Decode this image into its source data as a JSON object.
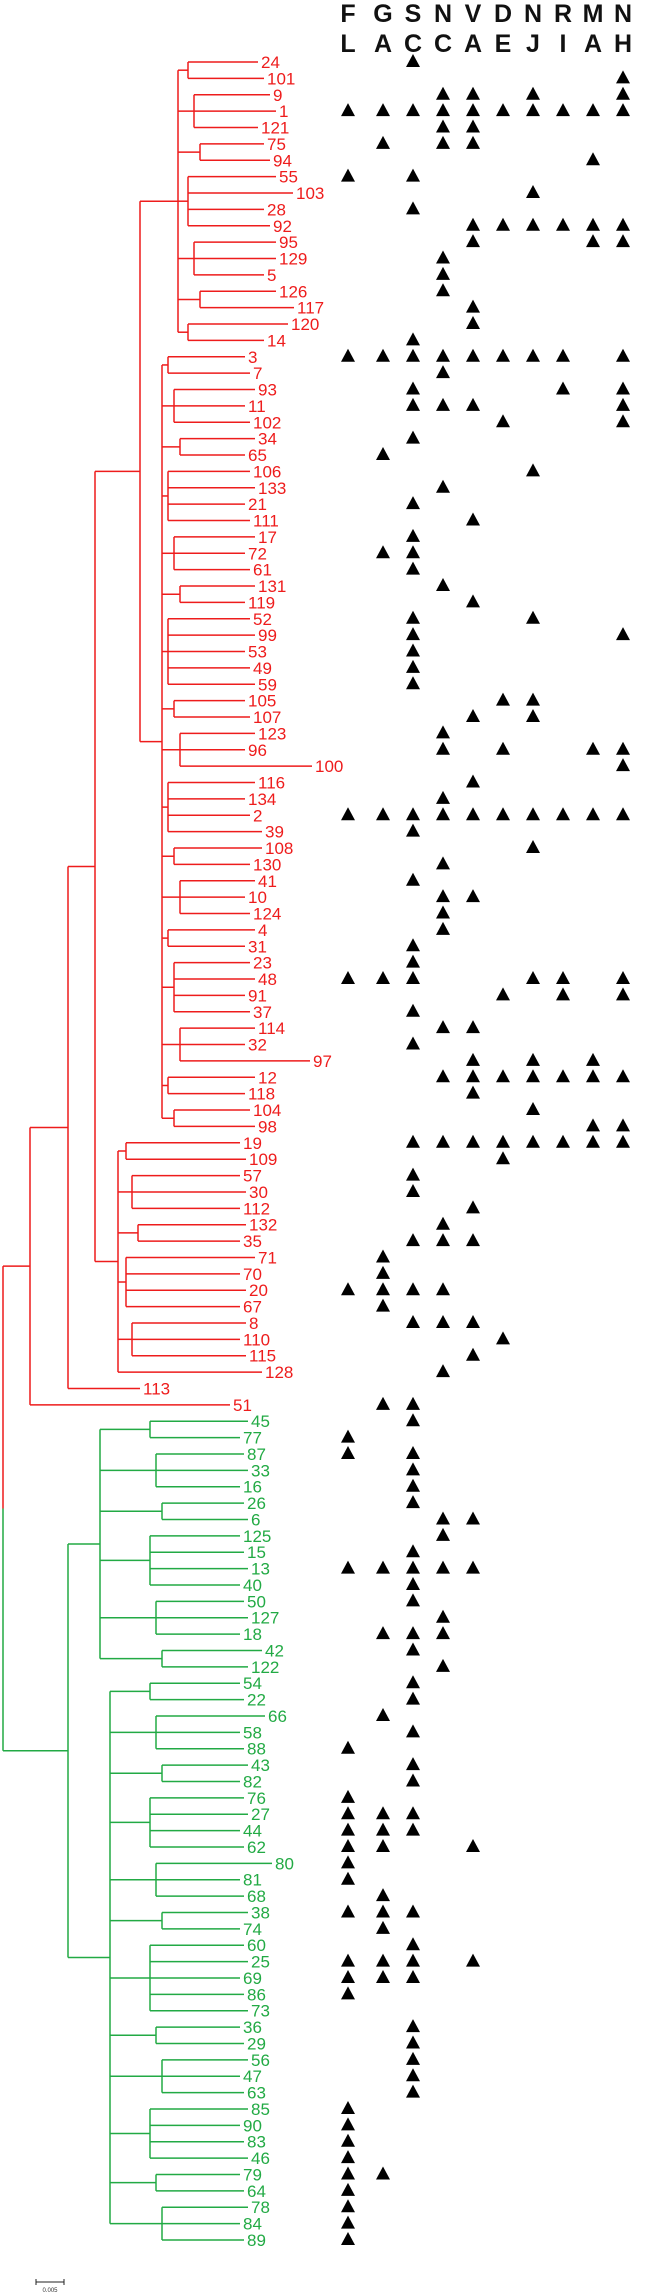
{
  "headers": {
    "row1": [
      "F",
      "G",
      "S",
      "N",
      "V",
      "D",
      "N",
      "R",
      "M",
      "N"
    ],
    "row2": [
      "L",
      "A",
      "C",
      "C",
      "A",
      "E",
      "J",
      "I",
      "A",
      "H"
    ]
  },
  "scale_bar_label": "0.005",
  "colors": {
    "red_clade": "#ee1c1c",
    "green_clade": "#22aa44",
    "marker": "#000000"
  },
  "leaves": [
    {
      "l": "24",
      "c": "r",
      "m": [
        2
      ]
    },
    {
      "l": "101",
      "c": "r",
      "m": [
        9
      ]
    },
    {
      "l": "9",
      "c": "r",
      "m": [
        3,
        4,
        6,
        9
      ]
    },
    {
      "l": "1",
      "c": "r",
      "m": [
        0,
        1,
        2,
        3,
        4,
        5,
        6,
        7,
        8,
        9
      ]
    },
    {
      "l": "121",
      "c": "r",
      "m": [
        3,
        4
      ]
    },
    {
      "l": "75",
      "c": "r",
      "m": [
        1,
        3,
        4
      ]
    },
    {
      "l": "94",
      "c": "r",
      "m": [
        8
      ]
    },
    {
      "l": "55",
      "c": "r",
      "m": [
        0,
        2
      ]
    },
    {
      "l": "103",
      "c": "r",
      "m": [
        6
      ]
    },
    {
      "l": "28",
      "c": "r",
      "m": [
        2
      ]
    },
    {
      "l": "92",
      "c": "r",
      "m": [
        4,
        5,
        6,
        7,
        8,
        9
      ]
    },
    {
      "l": "95",
      "c": "r",
      "m": [
        4,
        8,
        9
      ]
    },
    {
      "l": "129",
      "c": "r",
      "m": [
        3
      ]
    },
    {
      "l": "5",
      "c": "r",
      "m": [
        3
      ]
    },
    {
      "l": "126",
      "c": "r",
      "m": [
        3
      ]
    },
    {
      "l": "117",
      "c": "r",
      "m": [
        4
      ]
    },
    {
      "l": "120",
      "c": "r",
      "m": [
        4
      ]
    },
    {
      "l": "14",
      "c": "r",
      "m": [
        2
      ]
    },
    {
      "l": "3",
      "c": "r",
      "m": [
        0,
        1,
        2,
        3,
        4,
        5,
        6,
        7,
        9
      ]
    },
    {
      "l": "7",
      "c": "r",
      "m": [
        3
      ]
    },
    {
      "l": "93",
      "c": "r",
      "m": [
        2,
        7,
        9
      ]
    },
    {
      "l": "11",
      "c": "r",
      "m": [
        2,
        3,
        4,
        9
      ]
    },
    {
      "l": "102",
      "c": "r",
      "m": [
        5,
        9
      ]
    },
    {
      "l": "34",
      "c": "r",
      "m": [
        2
      ]
    },
    {
      "l": "65",
      "c": "r",
      "m": [
        1
      ]
    },
    {
      "l": "106",
      "c": "r",
      "m": [
        6
      ]
    },
    {
      "l": "133",
      "c": "r",
      "m": [
        3
      ]
    },
    {
      "l": "21",
      "c": "r",
      "m": [
        2
      ]
    },
    {
      "l": "111",
      "c": "r",
      "m": [
        4
      ]
    },
    {
      "l": "17",
      "c": "r",
      "m": [
        2
      ]
    },
    {
      "l": "72",
      "c": "r",
      "m": [
        1,
        2
      ]
    },
    {
      "l": "61",
      "c": "r",
      "m": [
        2
      ]
    },
    {
      "l": "131",
      "c": "r",
      "m": [
        3
      ]
    },
    {
      "l": "119",
      "c": "r",
      "m": [
        4
      ]
    },
    {
      "l": "52",
      "c": "r",
      "m": [
        2,
        6
      ]
    },
    {
      "l": "99",
      "c": "r",
      "m": [
        2,
        9
      ]
    },
    {
      "l": "53",
      "c": "r",
      "m": [
        2
      ]
    },
    {
      "l": "49",
      "c": "r",
      "m": [
        2
      ]
    },
    {
      "l": "59",
      "c": "r",
      "m": [
        2
      ]
    },
    {
      "l": "105",
      "c": "r",
      "m": [
        5,
        6
      ]
    },
    {
      "l": "107",
      "c": "r",
      "m": [
        4,
        6
      ]
    },
    {
      "l": "123",
      "c": "r",
      "m": [
        3
      ]
    },
    {
      "l": "96",
      "c": "r",
      "m": [
        3,
        5,
        8,
        9
      ]
    },
    {
      "l": "100",
      "c": "r",
      "m": [
        9
      ]
    },
    {
      "l": "116",
      "c": "r",
      "m": [
        4
      ]
    },
    {
      "l": "134",
      "c": "r",
      "m": [
        3
      ]
    },
    {
      "l": "2",
      "c": "r",
      "m": [
        0,
        1,
        2,
        3,
        4,
        5,
        6,
        7,
        8,
        9
      ]
    },
    {
      "l": "39",
      "c": "r",
      "m": [
        2
      ]
    },
    {
      "l": "108",
      "c": "r",
      "m": [
        6
      ]
    },
    {
      "l": "130",
      "c": "r",
      "m": [
        3
      ]
    },
    {
      "l": "41",
      "c": "r",
      "m": [
        2
      ]
    },
    {
      "l": "10",
      "c": "r",
      "m": [
        3,
        4
      ]
    },
    {
      "l": "124",
      "c": "r",
      "m": [
        3
      ]
    },
    {
      "l": "4",
      "c": "r",
      "m": [
        3
      ]
    },
    {
      "l": "31",
      "c": "r",
      "m": [
        2
      ]
    },
    {
      "l": "23",
      "c": "r",
      "m": [
        2
      ]
    },
    {
      "l": "48",
      "c": "r",
      "m": [
        0,
        1,
        2,
        6,
        7,
        9
      ]
    },
    {
      "l": "91",
      "c": "r",
      "m": [
        5,
        7,
        9
      ]
    },
    {
      "l": "37",
      "c": "r",
      "m": [
        2
      ]
    },
    {
      "l": "114",
      "c": "r",
      "m": [
        3,
        4
      ]
    },
    {
      "l": "32",
      "c": "r",
      "m": [
        2
      ]
    },
    {
      "l": "97",
      "c": "r",
      "m": [
        4,
        6,
        8
      ]
    },
    {
      "l": "12",
      "c": "r",
      "m": [
        3,
        4,
        5,
        6,
        7,
        8,
        9
      ]
    },
    {
      "l": "118",
      "c": "r",
      "m": [
        4
      ]
    },
    {
      "l": "104",
      "c": "r",
      "m": [
        6
      ]
    },
    {
      "l": "98",
      "c": "r",
      "m": [
        8,
        9
      ]
    },
    {
      "l": "19",
      "c": "r",
      "m": [
        2,
        3,
        4,
        5,
        6,
        7,
        8,
        9
      ]
    },
    {
      "l": "109",
      "c": "r",
      "m": [
        5
      ]
    },
    {
      "l": "57",
      "c": "r",
      "m": [
        2
      ]
    },
    {
      "l": "30",
      "c": "r",
      "m": [
        2
      ]
    },
    {
      "l": "112",
      "c": "r",
      "m": [
        4
      ]
    },
    {
      "l": "132",
      "c": "r",
      "m": [
        3
      ]
    },
    {
      "l": "35",
      "c": "r",
      "m": [
        2,
        3,
        4
      ]
    },
    {
      "l": "71",
      "c": "r",
      "m": [
        1
      ]
    },
    {
      "l": "70",
      "c": "r",
      "m": [
        1
      ]
    },
    {
      "l": "20",
      "c": "r",
      "m": [
        0,
        1,
        2,
        3
      ]
    },
    {
      "l": "67",
      "c": "r",
      "m": [
        1
      ]
    },
    {
      "l": "8",
      "c": "r",
      "m": [
        2,
        3,
        4
      ]
    },
    {
      "l": "110",
      "c": "r",
      "m": [
        5
      ]
    },
    {
      "l": "115",
      "c": "r",
      "m": [
        4
      ]
    },
    {
      "l": "128",
      "c": "r",
      "m": [
        3
      ]
    },
    {
      "l": "113",
      "c": "r",
      "m": []
    },
    {
      "l": "51",
      "c": "r",
      "m": [
        1,
        2
      ]
    },
    {
      "l": "45",
      "c": "g",
      "m": [
        2
      ]
    },
    {
      "l": "77",
      "c": "g",
      "m": [
        0
      ]
    },
    {
      "l": "87",
      "c": "g",
      "m": [
        0,
        2
      ]
    },
    {
      "l": "33",
      "c": "g",
      "m": [
        2
      ]
    },
    {
      "l": "16",
      "c": "g",
      "m": [
        2
      ]
    },
    {
      "l": "26",
      "c": "g",
      "m": [
        2
      ]
    },
    {
      "l": "6",
      "c": "g",
      "m": [
        3,
        4
      ]
    },
    {
      "l": "125",
      "c": "g",
      "m": [
        3
      ]
    },
    {
      "l": "15",
      "c": "g",
      "m": [
        2
      ]
    },
    {
      "l": "13",
      "c": "g",
      "m": [
        0,
        1,
        2,
        3,
        4
      ]
    },
    {
      "l": "40",
      "c": "g",
      "m": [
        2
      ]
    },
    {
      "l": "50",
      "c": "g",
      "m": [
        2
      ]
    },
    {
      "l": "127",
      "c": "g",
      "m": [
        3
      ]
    },
    {
      "l": "18",
      "c": "g",
      "m": [
        1,
        2,
        3
      ]
    },
    {
      "l": "42",
      "c": "g",
      "m": [
        2
      ]
    },
    {
      "l": "122",
      "c": "g",
      "m": [
        3
      ]
    },
    {
      "l": "54",
      "c": "g",
      "m": [
        2
      ]
    },
    {
      "l": "22",
      "c": "g",
      "m": [
        2
      ]
    },
    {
      "l": "66",
      "c": "g",
      "m": [
        1
      ]
    },
    {
      "l": "58",
      "c": "g",
      "m": [
        2
      ]
    },
    {
      "l": "88",
      "c": "g",
      "m": [
        0
      ]
    },
    {
      "l": "43",
      "c": "g",
      "m": [
        2
      ]
    },
    {
      "l": "82",
      "c": "g",
      "m": [
        2
      ]
    },
    {
      "l": "76",
      "c": "g",
      "m": [
        0
      ]
    },
    {
      "l": "27",
      "c": "g",
      "m": [
        0,
        1,
        2
      ]
    },
    {
      "l": "44",
      "c": "g",
      "m": [
        0,
        1,
        2
      ]
    },
    {
      "l": "62",
      "c": "g",
      "m": [
        0,
        1,
        4
      ]
    },
    {
      "l": "80",
      "c": "g",
      "m": [
        0
      ]
    },
    {
      "l": "81",
      "c": "g",
      "m": [
        0
      ]
    },
    {
      "l": "68",
      "c": "g",
      "m": [
        1
      ]
    },
    {
      "l": "38",
      "c": "g",
      "m": [
        0,
        1,
        2
      ]
    },
    {
      "l": "74",
      "c": "g",
      "m": [
        1
      ]
    },
    {
      "l": "60",
      "c": "g",
      "m": [
        2
      ]
    },
    {
      "l": "25",
      "c": "g",
      "m": [
        0,
        1,
        2,
        4
      ]
    },
    {
      "l": "69",
      "c": "g",
      "m": [
        0,
        1,
        2
      ]
    },
    {
      "l": "86",
      "c": "g",
      "m": [
        0
      ]
    },
    {
      "l": "73",
      "c": "g",
      "m": []
    },
    {
      "l": "36",
      "c": "g",
      "m": [
        2
      ]
    },
    {
      "l": "29",
      "c": "g",
      "m": [
        2
      ]
    },
    {
      "l": "56",
      "c": "g",
      "m": [
        2
      ]
    },
    {
      "l": "47",
      "c": "g",
      "m": [
        2
      ]
    },
    {
      "l": "63",
      "c": "g",
      "m": [
        2
      ]
    },
    {
      "l": "85",
      "c": "g",
      "m": [
        0
      ]
    },
    {
      "l": "90",
      "c": "g",
      "m": [
        0
      ]
    },
    {
      "l": "83",
      "c": "g",
      "m": [
        0
      ]
    },
    {
      "l": "46",
      "c": "g",
      "m": [
        0
      ]
    },
    {
      "l": "79",
      "c": "g",
      "m": [
        0,
        1
      ]
    },
    {
      "l": "64",
      "c": "g",
      "m": [
        0
      ]
    },
    {
      "l": "78",
      "c": "g",
      "m": [
        0
      ]
    },
    {
      "l": "84",
      "c": "g",
      "m": [
        0
      ]
    },
    {
      "l": "89",
      "c": "g",
      "m": [
        0
      ]
    }
  ]
}
